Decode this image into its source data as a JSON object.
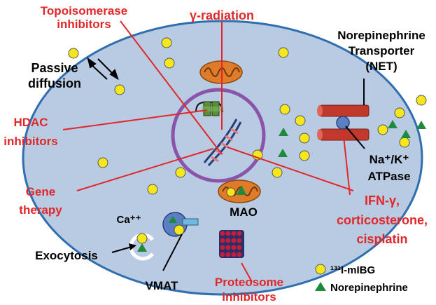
{
  "labels": {
    "topo_1": "Topoisomerase",
    "topo_2": "inhibitors",
    "gamma": "γ-radiation",
    "net_1": "Norepinephrine",
    "net_2": "Transporter",
    "net_3": "(NET)",
    "passive_1": "Passive",
    "passive_2": "diffusion",
    "hdac_1": "HDAC",
    "hdac_2": "inhibitors",
    "atpase_1": "Na⁺/K⁺",
    "atpase_2": "ATPase",
    "gene_1": "Gene",
    "gene_2": "therapy",
    "mao": "MAO",
    "ifn_1": "IFN-γ,",
    "ifn_2": "corticosterone,",
    "ifn_3": "cisplatin",
    "calcium": "Ca⁺⁺",
    "exocytosis": "Exocytosis",
    "vmat": "VMAT",
    "prot_1": "Proteosome",
    "prot_2": "inhibitors"
  },
  "legend": {
    "mibg": "¹³¹I-mIBG",
    "norepinephrine": "Norepinephrine"
  },
  "colors": {
    "cell_fill": "#b9cbe3",
    "cell_stroke": "#2f6fb0",
    "nucleus_stroke": "#8a55a8",
    "transporter": "#c0392b",
    "mito": "#e07b2a",
    "mibg": "#f6e61c",
    "norepinephrine": "#1e8a3c",
    "inhibitor_text": "#e0282a"
  }
}
